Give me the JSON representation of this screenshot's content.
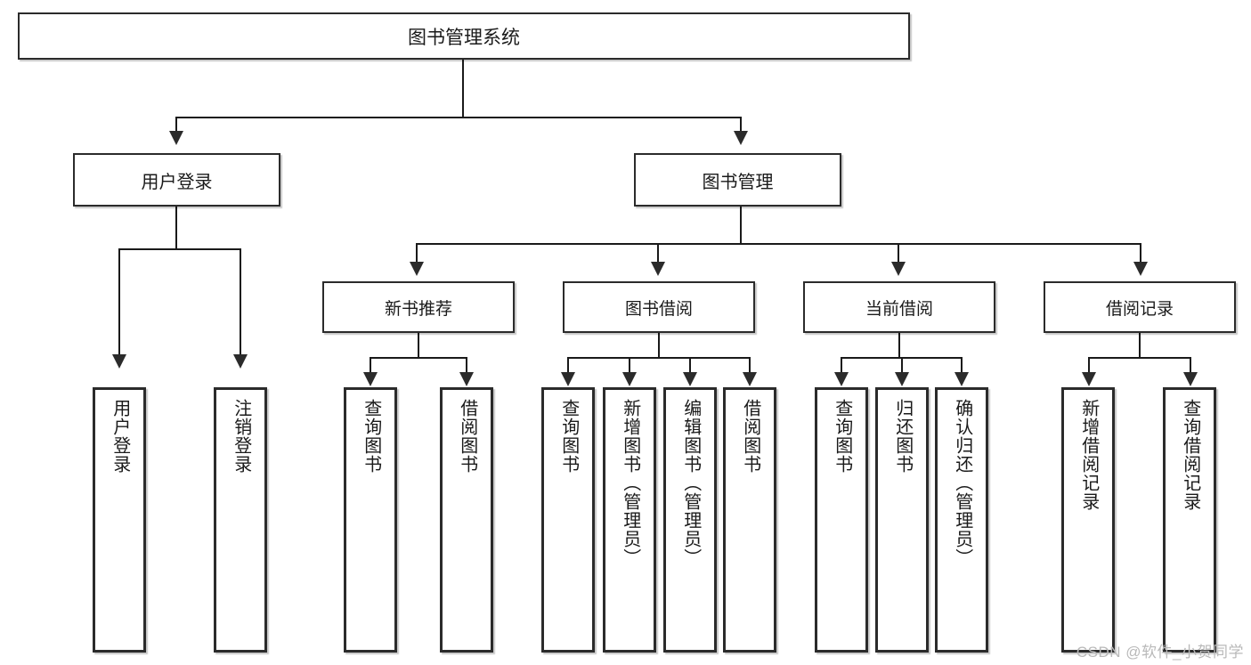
{
  "diagram": {
    "title": "图书管理系统",
    "root": {
      "label": "图书管理系统"
    },
    "level2": [
      {
        "label": "用户登录"
      },
      {
        "label": "图书管理"
      }
    ],
    "level3": [
      {
        "label": "新书推荐"
      },
      {
        "label": "图书借阅"
      },
      {
        "label": "当前借阅"
      },
      {
        "label": "借阅记录"
      }
    ],
    "leaves": {
      "user_login": [
        {
          "label": "用户登录"
        },
        {
          "label": "注销登录"
        }
      ],
      "new_book_recommend": [
        {
          "label": "查询图书"
        },
        {
          "label": "借阅图书"
        }
      ],
      "book_borrow": [
        {
          "label": "查询图书"
        },
        {
          "label": "新增图书（管理员）"
        },
        {
          "label": "编辑图书（管理员）"
        },
        {
          "label": "借阅图书"
        }
      ],
      "current_borrow": [
        {
          "label": "查询图书"
        },
        {
          "label": "归还图书"
        },
        {
          "label": "确认归还（管理员）"
        }
      ],
      "borrow_record": [
        {
          "label": "新增借阅记录"
        },
        {
          "label": "查询借阅记录"
        }
      ]
    }
  },
  "watermark": {
    "text": "CSDN @软件_小贺同学"
  },
  "colors": {
    "box_border": "#2b2b2b",
    "connector": "#1a1a1a",
    "background": "#ffffff",
    "text": "#1a1a1a",
    "watermark": "#b9b9b9"
  }
}
